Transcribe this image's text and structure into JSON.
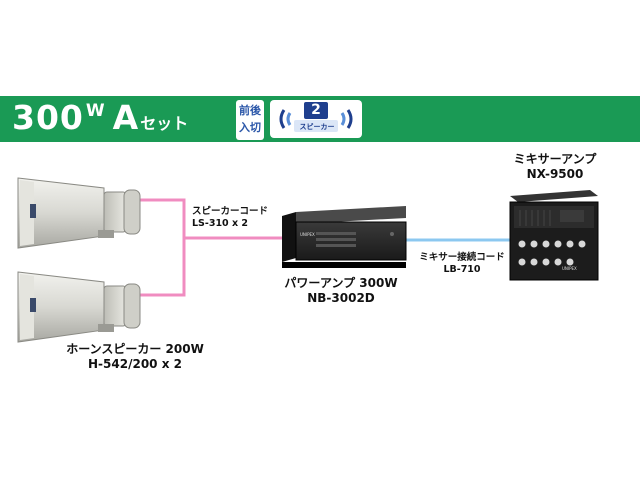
{
  "banner": {
    "power": "300",
    "unit": "W",
    "grade": "A",
    "suffix": "セット",
    "badge_line1": "前後",
    "badge_line2": "入切",
    "speaker_count": "2",
    "speaker_badge_text": "スピーカー",
    "colors": {
      "banner_green": "#1a9a55",
      "badge_blue": "#1f3f8e"
    }
  },
  "devices": {
    "speaker": {
      "name": "ホーンスピーカー 200W",
      "model": "H-542/200 x 2"
    },
    "amplifier": {
      "name": "パワーアンプ 300W",
      "model": "NB-3002D",
      "brand": "UNIPEX"
    },
    "mixer": {
      "name": "ミキサーアンプ",
      "model": "NX-9500",
      "brand": "UNIPEX"
    }
  },
  "cables": {
    "speaker_cord": {
      "name": "スピーカーコード",
      "model": "LS-310 x 2",
      "color": "#f08cc0"
    },
    "mixer_cord": {
      "name": "ミキサー接続コード",
      "model": "LB-710",
      "color": "#8cc8f0"
    }
  }
}
